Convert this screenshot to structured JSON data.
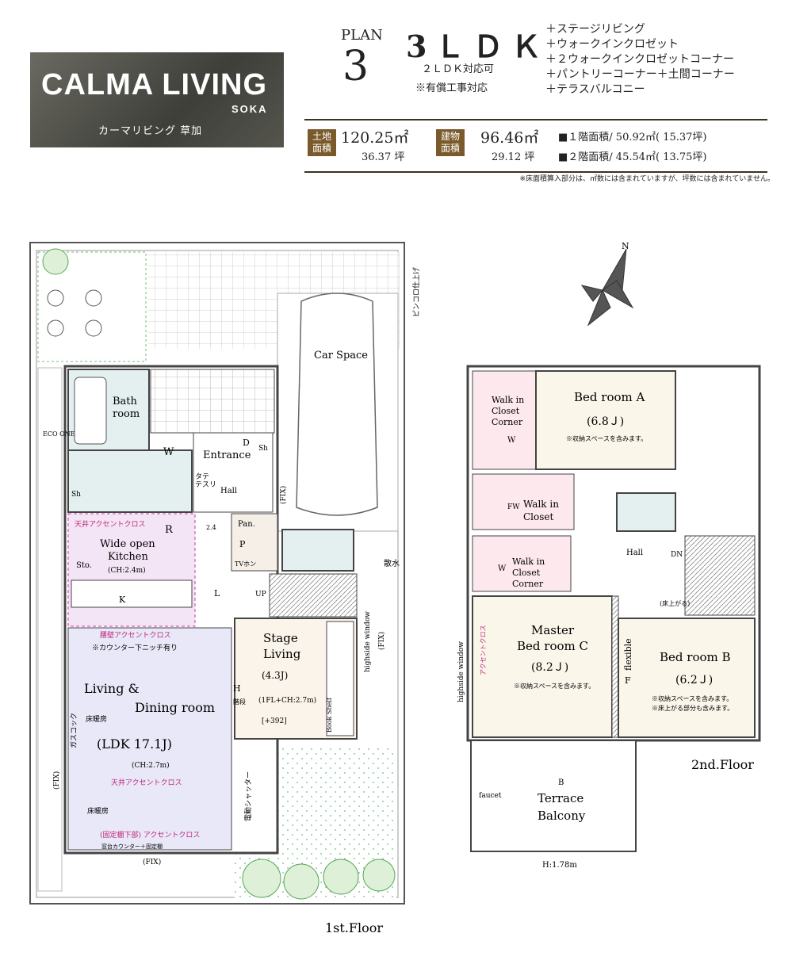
{
  "brand": {
    "name": "CALMA LIVING",
    "sub": "SOKA",
    "jp": "カーマリビング 草加"
  },
  "plan": {
    "word": "PLAN",
    "number": "3",
    "layout": "3ＬＤＫ",
    "alt": "２ＬＤＫ対応可",
    "note": "※有償工事対応"
  },
  "features": [
    "＋ステージリビング",
    "＋ウォークインクロゼット",
    "＋２ウォークインクロゼットコーナー",
    "＋パントリーコーナー＋土間コーナー",
    "＋テラスバルコニー"
  ],
  "stats": {
    "land_tag": "土地\n面積",
    "land_m2": "120.25㎡",
    "land_tsubo": "36.37 坪",
    "bldg_tag": "建物\n面積",
    "bldg_m2": "96.46㎡",
    "bldg_tsubo": "29.12 坪",
    "floor1": "■１階面積/ 50.92㎡( 15.37坪)",
    "floor2": "■２階面積/ 45.54㎡( 13.75坪)"
  },
  "footnote": "※床面積算入部分は、㎡数には含まれていますが、坪数には含まれていません。",
  "floor1": {
    "caption": "1st.Floor",
    "labels": {
      "bath": "Bath",
      "room": "room",
      "w": "W",
      "entrance": "Entrance",
      "d": "D",
      "sh": "Sh",
      "sh2": "Sh",
      "tate": "タテ",
      "tesuri": "テスリ",
      "hall": "Hall",
      "r": "R",
      "ceil_accent": "天井アクセントクロス",
      "wide": "Wide open",
      "kitchen": "Kitchen",
      "ch24": "(CH:2.4m)",
      "sto": "Sto.",
      "k": "K",
      "l": "L",
      "pan": "Pan.",
      "p": "P",
      "tv": "TVホン",
      "up": "UP",
      "v24": "2.4",
      "fix_car": "(FIX)",
      "car_space": "Car Space",
      "sansui": "散水",
      "highside": "highside window",
      "hs_fix": "(FIX)",
      "stage": "Stage",
      "living": "Living",
      "j43": "(4.3J)",
      "ch27a": "(1FL+CH:2.7m)",
      "plus392": "[+392]",
      "bookshelf": "Book Shelf",
      "waist_accent": "腰壁アクセントクロス",
      "counter_note": "※カウンター下ニッチ有り",
      "living_dining1": "Living  &",
      "living_dining2": "Dining room",
      "h": "H",
      "kaidan": "階段",
      "yukadanbo1": "床暖房",
      "gascock": "ガスコック",
      "ldk": "(LDK 17.1J)",
      "ch27b": "(CH:2.7m)",
      "ceil_accent2": "天井アクセントクロス",
      "yukadanbo2": "床暖房",
      "fixed_accent": "(固定棚下部) アクセントクロス",
      "counter_fixed": "窓台カウンター＋固定棚",
      "fix_left": "(FIX)",
      "fix_bottom": "(FIX)",
      "shutter": "電動シャッター",
      "pinkoro": "ピンコロ仕上げ",
      "eco": "ECO ONE"
    }
  },
  "floor2": {
    "caption": "2nd.Floor",
    "labels": {
      "wic_corner_a1": "Walk in",
      "wic_corner_a2": "Closet",
      "wic_corner_a3": "Corner",
      "w1": "W",
      "bed_a": "Bed room A",
      "bed_a_j": "(6.8Ｊ)",
      "storage_a": "※収納スペースを含みます。",
      "fw": "FW",
      "wic1": "Walk in",
      "wic2": "Closet",
      "hall": "Hall",
      "dn": "DN",
      "wic_corner_b1": "Walk in",
      "wic_corner_b2": "Closet",
      "wic_corner_b3": "Corner",
      "w2": "W",
      "floor_raise": "(床上がる)",
      "master1": "Master",
      "master2": "Bed room C",
      "master_j": "(8.2Ｊ)",
      "storage_c": "※収納スペースを含みます。",
      "accent_cross": "アクセントクロス",
      "highside": "highside window",
      "flexible": "flexible",
      "f": "F",
      "bed_b": "Bed room B",
      "bed_b_j": "(6.2Ｊ)",
      "storage_b1": "※収納スペースを含みます。",
      "storage_b2": "※床上がる部分も含みます。",
      "b": "B",
      "terrace1": "Terrace",
      "terrace2": "Balcony",
      "faucet": "faucet",
      "height": "H:1.78m",
      "north": "N"
    }
  }
}
